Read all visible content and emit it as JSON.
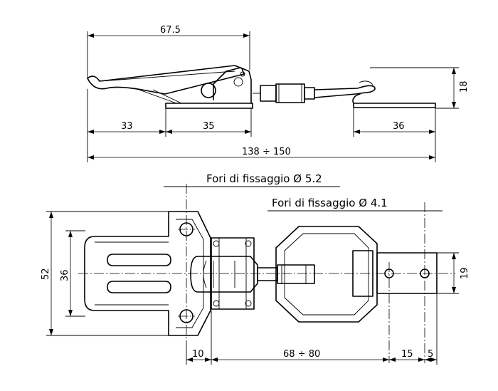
{
  "top_view": {
    "dim_total_length": "67.5",
    "dim_height": "18",
    "dim_left_segment": "33",
    "dim_middle_segment": "35",
    "dim_right_segment": "36",
    "dim_overall_range": "138 ÷ 150"
  },
  "bottom_view": {
    "note_large_holes": "Fori di fissaggio Ø 5.2",
    "note_small_holes": "Fori di fissaggio Ø 4.1",
    "dim_base_height": "52",
    "dim_inner_height": "36",
    "dim_plate_height": "19",
    "dim_left_offset": "10",
    "dim_stroke_range": "68 ÷ 80",
    "dim_hole_spacing": "15",
    "dim_end_offset": "5"
  }
}
